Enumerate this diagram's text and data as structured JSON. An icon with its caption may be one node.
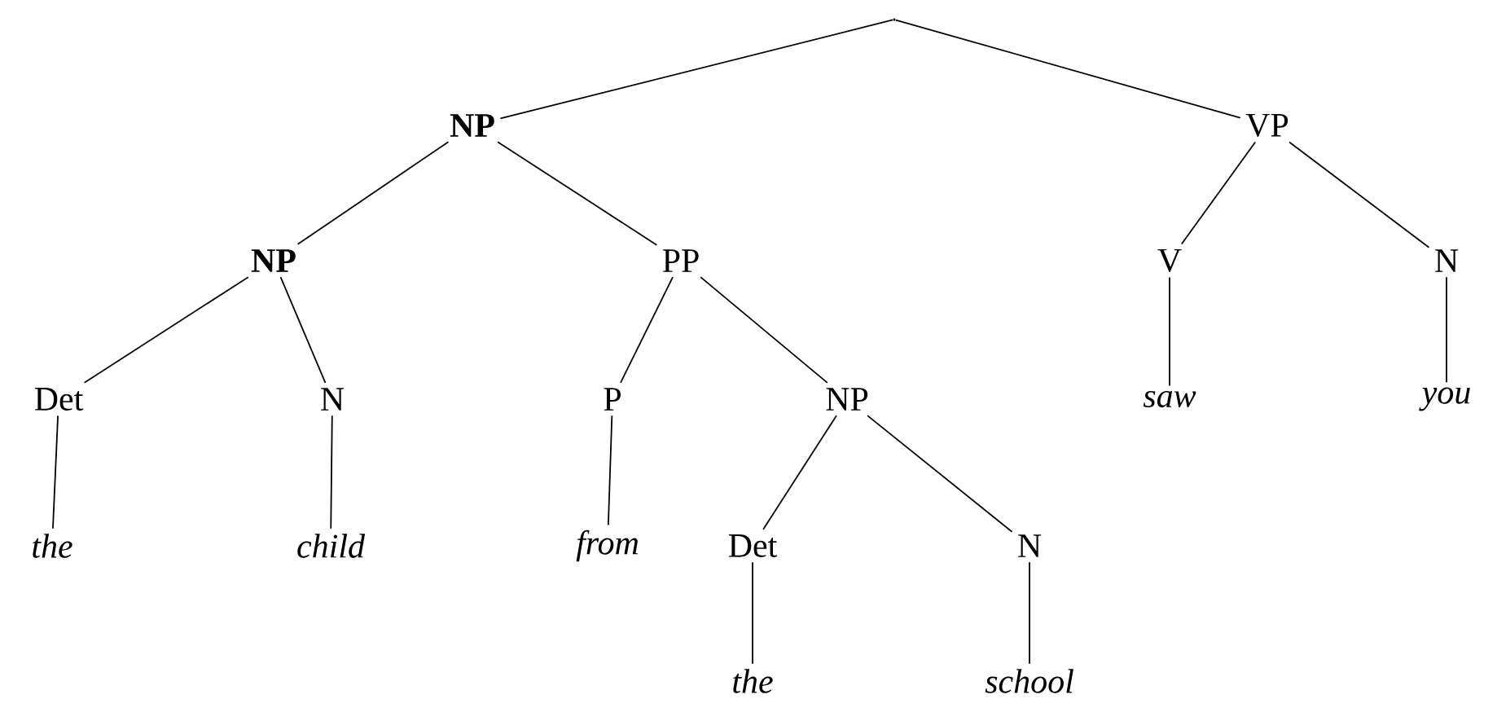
{
  "diagram": {
    "nodes": [
      {
        "text": [],
        "shape": "point"
      },
      {
        "text": [
          "NP"
        ]
      },
      {
        "text": [
          "VP"
        ]
      },
      {
        "text": [
          "NP"
        ]
      },
      {
        "text": [
          "PP"
        ]
      },
      {
        "text": [
          "V"
        ]
      },
      {
        "text": [
          "N"
        ]
      },
      {
        "text": [
          "Det"
        ]
      },
      {
        "text": [
          "N"
        ]
      },
      {
        "text": [
          "P"
        ]
      },
      {
        "text": [
          "NP"
        ]
      },
      {
        "text": [
          "saw"
        ]
      },
      {
        "text": [
          "you"
        ]
      },
      {
        "text": [
          "the"
        ]
      },
      {
        "text": [
          "child"
        ]
      },
      {
        "text": [
          "from"
        ]
      },
      {
        "text": [
          "Det"
        ]
      },
      {
        "text": [
          "N"
        ]
      },
      {
        "text": [
          "the"
        ]
      },
      {
        "text": [
          "school"
        ]
      }
    ],
    "edges": [
      {
        "from": 0,
        "to": 1,
        "arrow": "none"
      },
      {
        "from": 0,
        "to": 2,
        "arrow": "none"
      },
      {
        "from": 1,
        "to": 3,
        "arrow": "none"
      },
      {
        "from": 1,
        "to": 4,
        "arrow": "none"
      },
      {
        "from": 2,
        "to": 5,
        "arrow": "none"
      },
      {
        "from": 2,
        "to": 6,
        "arrow": "none"
      },
      {
        "from": 3,
        "to": 7,
        "arrow": "none"
      },
      {
        "from": 3,
        "to": 8,
        "arrow": "none"
      },
      {
        "from": 4,
        "to": 9,
        "arrow": "none"
      },
      {
        "from": 4,
        "to": 10,
        "arrow": "none"
      },
      {
        "from": 5,
        "to": 11,
        "arrow": "none"
      },
      {
        "from": 6,
        "to": 12,
        "arrow": "none"
      },
      {
        "from": 7,
        "to": 13,
        "arrow": "none"
      },
      {
        "from": 8,
        "to": 14,
        "arrow": "none"
      },
      {
        "from": 9,
        "to": 15,
        "arrow": "none"
      },
      {
        "from": 10,
        "to": 16,
        "arrow": "none"
      },
      {
        "from": 10,
        "to": 17,
        "arrow": "none"
      },
      {
        "from": 16,
        "to": 18,
        "arrow": "none"
      },
      {
        "from": 17,
        "to": 19,
        "arrow": "none"
      }
    ]
  }
}
